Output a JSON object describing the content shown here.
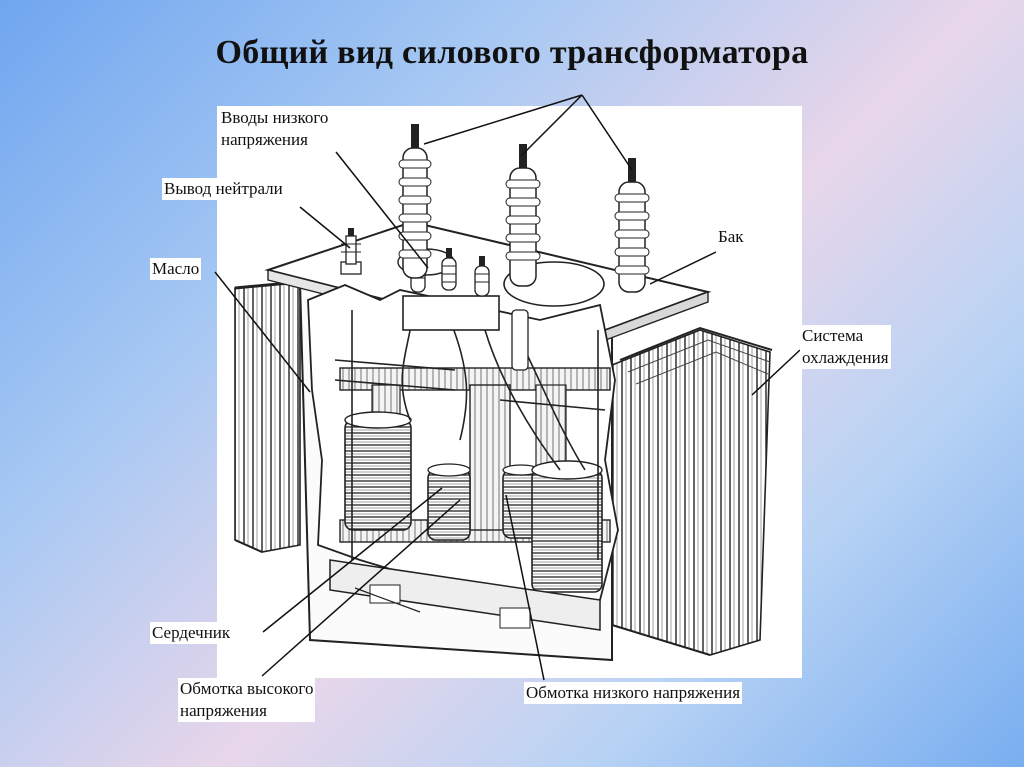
{
  "title": "Общий вид силового трансформатора",
  "labels": {
    "lv_bushings": [
      "Вводы низкого",
      "напряжения"
    ],
    "neutral": "Вывод нейтрали",
    "oil": "Масло",
    "tank": "Бак",
    "cooling": [
      "Система",
      "охлаждения"
    ],
    "core": "Сердечник",
    "hv_winding": [
      "Обмотка высокого",
      "напряжения"
    ],
    "lv_winding": "Обмотка низкого напряжения"
  },
  "colors": {
    "line": "#1a1a1a",
    "panel": "#ffffff"
  }
}
